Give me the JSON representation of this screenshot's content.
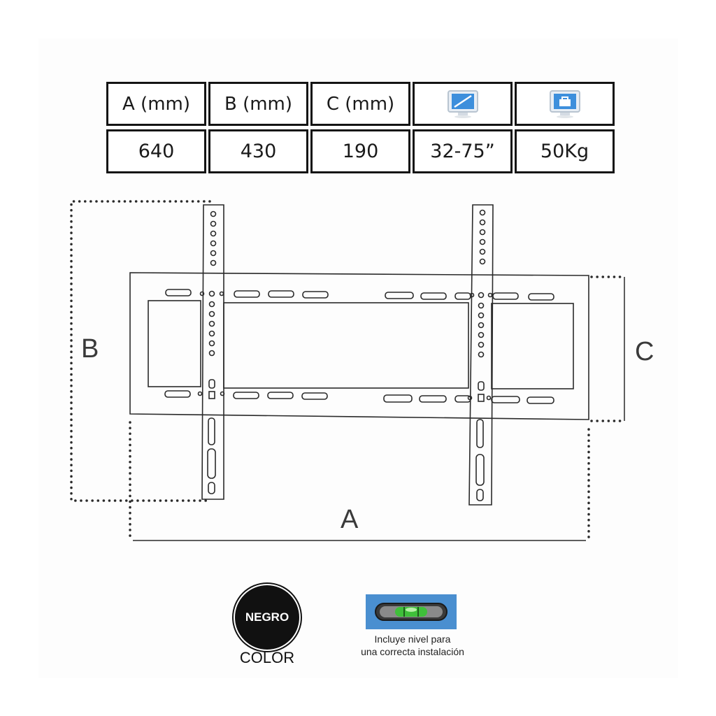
{
  "spec_table": {
    "headers": [
      "A (mm)",
      "B (mm)",
      "C (mm)"
    ],
    "header_icons": [
      "screen-size-icon",
      "weight-capacity-icon"
    ],
    "values": [
      "640",
      "430",
      "190",
      "32-75”",
      "50Kg"
    ]
  },
  "dimensions": {
    "a": "A",
    "b": "B",
    "c": "C"
  },
  "badge": {
    "label": "NEGRO",
    "caption": "COLOR",
    "color": "#111111"
  },
  "level": {
    "icon": "bubble-level-icon",
    "caption_line1": "Incluye nivel para",
    "caption_line2": "una correcta instalación",
    "box_color": "#4a8fd0"
  }
}
